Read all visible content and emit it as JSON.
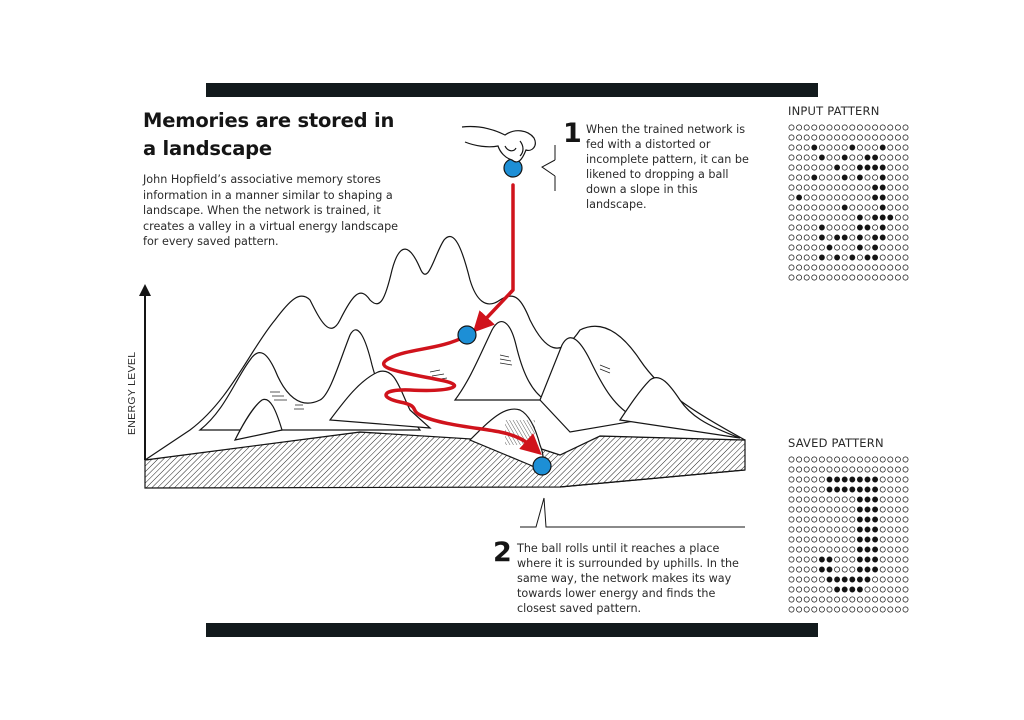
{
  "title": "Memories are stored in a landscape",
  "intro": "John Hopfield’s associative memory stores information in a manner similar to shaping a landscape. When the network is trained, it creates a valley in a virtual energy landscape for every saved pattern.",
  "y_axis_label": "ENERGY LEVEL",
  "steps": [
    {
      "number": "1",
      "text": "When the trained network is fed with a distorted or incomplete pattern, it can be likened to dropping a ball down a slope in this landscape."
    },
    {
      "number": "2",
      "text": "The ball rolls until it reaches a place where it is surrounded by uphills. In the same way, the network makes its way towards lower energy and finds the closest saved pattern."
    }
  ],
  "input_pattern": {
    "label": "INPUT PATTERN",
    "rows": [
      "0000000000000000",
      "0000000000000000",
      "0001000010001000",
      "0000100100110000",
      "0000001001111000",
      "0001000101001000",
      "0000000000011000",
      "0100000000011000",
      "0000000100001000",
      "0000000001011100",
      "0000100001101000",
      "0000101101011000",
      "0000010001010000",
      "0000101010110000",
      "0000000000000000",
      "0000000000000000"
    ]
  },
  "saved_pattern": {
    "label": "SAVED PATTERN",
    "rows": [
      "0000000000000000",
      "0000000000000000",
      "0000011111110000",
      "0000011111110000",
      "0000000001110000",
      "0000000001110000",
      "0000000001110000",
      "0000000001110000",
      "0000000001110000",
      "0000000001110000",
      "0000110001110000",
      "0000110001110000",
      "0000011111100000",
      "0000001111000000",
      "0000000000000000",
      "0000000000000000"
    ]
  },
  "colors": {
    "path": "#d0131c",
    "ball": "#1d8fd6",
    "bars": "#121a1c"
  },
  "icons": [
    "hand-icon",
    "ball-icon"
  ]
}
